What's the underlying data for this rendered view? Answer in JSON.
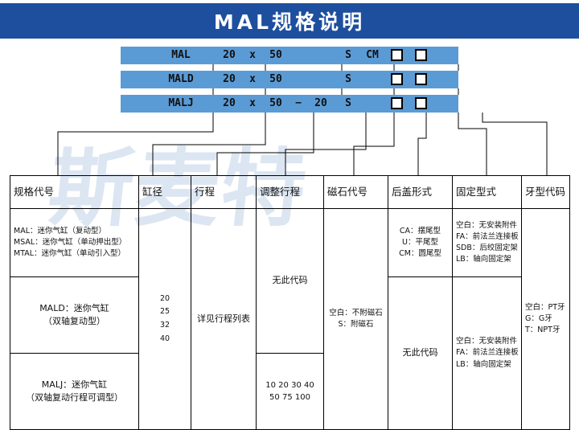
{
  "title": "MAL规格说明",
  "colors": {
    "title_bar": "#1d4f9e",
    "code_bar": "#5b9bd5",
    "watermark": "#dce6f2",
    "border": "#000000"
  },
  "watermark_text": "斯麦特",
  "code_rows": [
    {
      "name": "code-row-mal",
      "model": "MAL",
      "bore": "20",
      "sep": "x",
      "stroke": "50",
      "dash": "",
      "adjust": "",
      "magnet": "S",
      "cap": "CM",
      "box1": "□",
      "box2": "□"
    },
    {
      "name": "code-row-mald",
      "model": "MALD",
      "bore": "20",
      "sep": "x",
      "stroke": "50",
      "dash": "",
      "adjust": "",
      "magnet": "S",
      "cap": "",
      "box1": "□",
      "box2": "□"
    },
    {
      "name": "code-row-malj",
      "model": "MALJ",
      "bore": "20",
      "sep": "x",
      "stroke": "50",
      "dash": "−",
      "adjust": "20",
      "magnet": "S",
      "cap": "",
      "box1": "□",
      "box2": "□"
    }
  ],
  "table": {
    "headers": [
      "规格代号",
      "缸径",
      "行程",
      "调整行程",
      "磁石代号",
      "后盖形式",
      "固定型式",
      "牙型代码"
    ],
    "spec_code": {
      "row1": [
        "MAL：迷你气缸（复动型）",
        "MSAL：迷你气缸（单动押出型）",
        "MTAL：迷你气缸（单动引入型）"
      ],
      "row2": [
        "MALD：迷你气缸",
        "（双轴复动型）"
      ],
      "row3": [
        "MALJ：迷你气缸",
        "（双轴复动行程可调型）"
      ]
    },
    "bore": [
      "20",
      "25",
      "32",
      "40"
    ],
    "stroke": "详见行程列表",
    "adjust_stroke": {
      "none": "无此代码",
      "values": [
        "10 20 30 40",
        "50 75 100"
      ]
    },
    "magnet": [
      "空白：不附磁石",
      "S：附磁石"
    ],
    "rear_cap": {
      "upper": [
        "CA：摆尾型",
        "U：平尾型",
        "CM：圆尾型"
      ],
      "lower": "无此代码"
    },
    "fixing": {
      "upper": [
        "空白：无安装附件",
        "FA：前法兰连接板",
        "SDB：后绞固定架",
        "LB：轴向固定架"
      ],
      "lower": [
        "空白：无安装附件",
        "FA：前法兰连接板",
        "LB：轴向固定架"
      ]
    },
    "thread": [
      "空白：PT牙",
      "G：G牙",
      "T：NPT牙"
    ]
  }
}
